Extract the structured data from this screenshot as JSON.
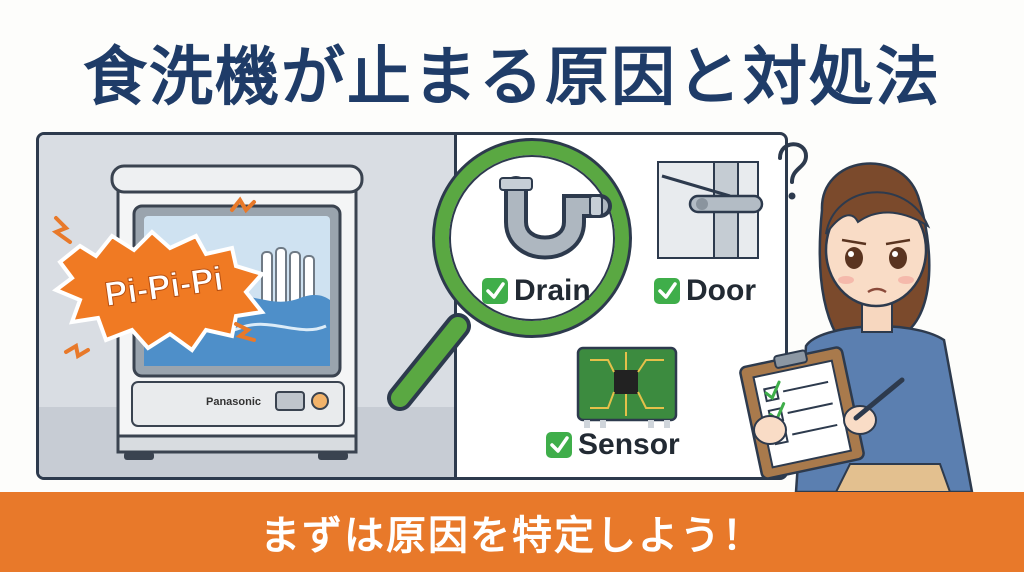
{
  "title": "食洗機が止まる原因と対処法",
  "alert_sound": "Pi-Pi-Pi",
  "dishwasher_brand": "Panasonic",
  "checks": [
    {
      "label": "Drain",
      "icon": "pipe-icon"
    },
    {
      "label": "Door",
      "icon": "door-latch-icon"
    },
    {
      "label": "Sensor",
      "icon": "circuit-board-icon"
    }
  ],
  "banner": {
    "text": "まずは原因を特定しよう！"
  },
  "colors": {
    "title": "#1f3c68",
    "banner": "#e8792a",
    "check": "#3fae4a",
    "magnifier": "#5aa842"
  }
}
